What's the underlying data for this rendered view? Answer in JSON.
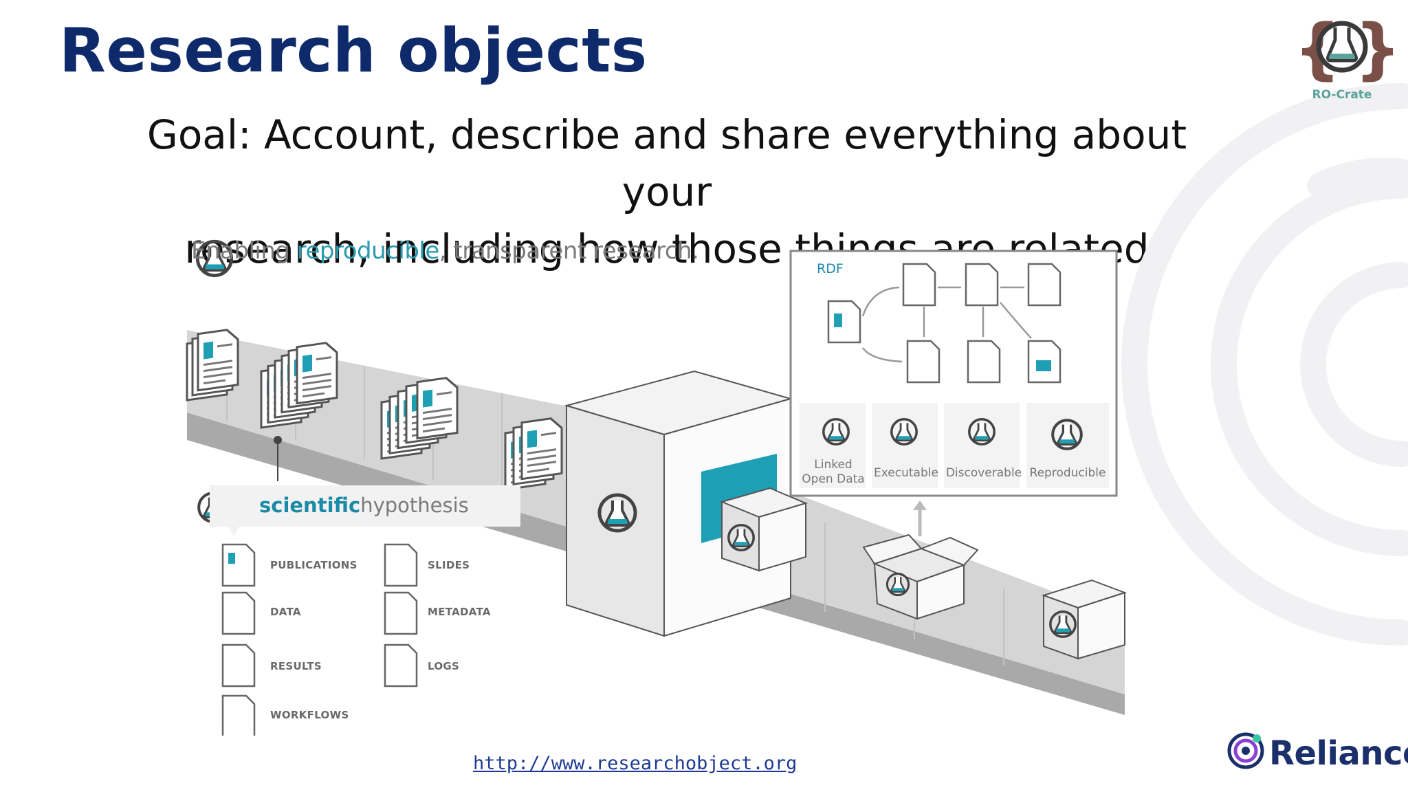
{
  "slide": {
    "title": "Research objects",
    "goal_line1": "Goal: Account, describe and share everything about your",
    "goal_line2": "research, including how those things are related"
  },
  "logo": {
    "label": "RO-Crate",
    "accent": "#5aa39a",
    "frame": "#7a4f47"
  },
  "illustration": {
    "tagline_pre": "Enabling ",
    "tagline_highlight": "reproducible",
    "tagline_post": ", transparent research.",
    "hypothesis_bold": "scientific",
    "hypothesis_rest": "hypothesis",
    "categories": {
      "publications": "PUBLICATIONS",
      "slides": "SLIDES",
      "data": "DATA",
      "metadata": "METADATA",
      "results": "RESULTS",
      "logs": "LOGS",
      "workflows": "WORKFLOWS"
    },
    "rdf_label": "RDF",
    "features": {
      "linked_l1": "Linked",
      "linked_l2": "Open Data",
      "executable": "Executable",
      "discoverable": "Discoverable",
      "reproducible": "Reproducible"
    },
    "accent": "#1f9fb4"
  },
  "footer": {
    "link": "http://www.researchobject.org",
    "partner": "Reliance",
    "partner_color": "#1b2f6b"
  }
}
